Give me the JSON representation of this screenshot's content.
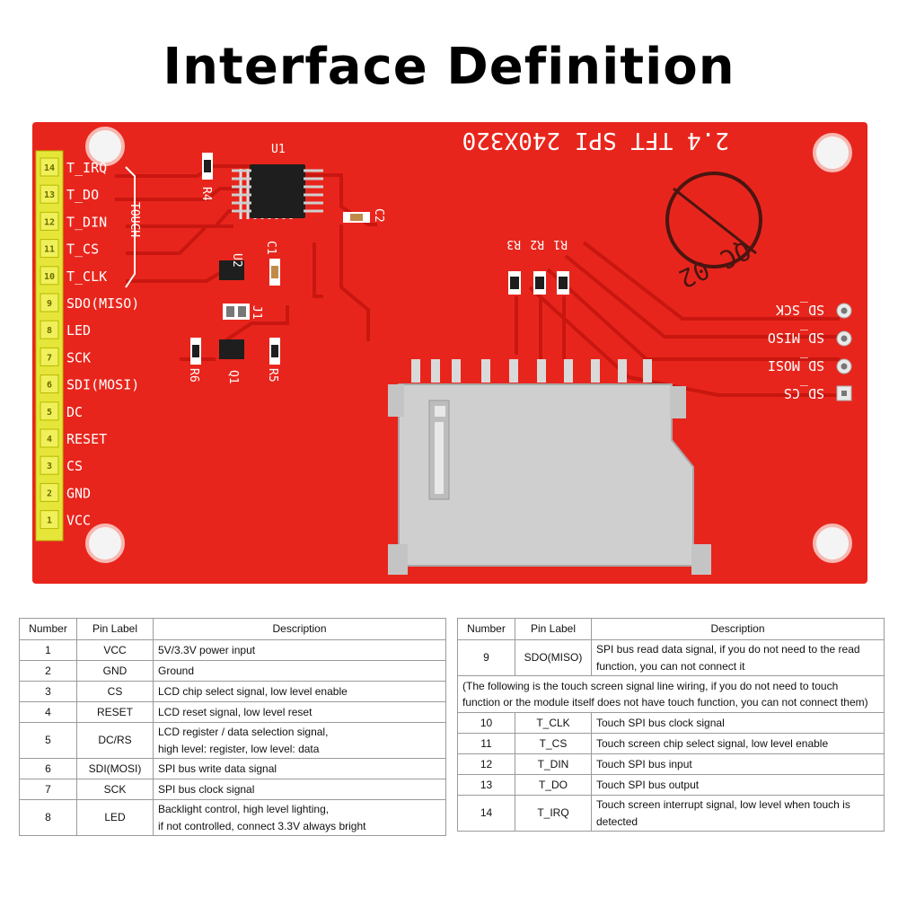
{
  "title": "Interface Definition",
  "board": {
    "model_text": "2.4 TFT SPI 240X320",
    "qc_stamp": "QC 02",
    "touch_label": "TOUCH",
    "components": [
      "U1",
      "U2",
      "R4",
      "C1",
      "C2",
      "J1",
      "R6",
      "Q1",
      "R5",
      "R3",
      "R2",
      "R1"
    ],
    "left_pins": [
      {
        "num": "14",
        "label": "T_IRQ"
      },
      {
        "num": "13",
        "label": "T_DO"
      },
      {
        "num": "12",
        "label": "T_DIN"
      },
      {
        "num": "11",
        "label": "T_CS"
      },
      {
        "num": "10",
        "label": "T_CLK"
      },
      {
        "num": "9",
        "label": "SDO(MISO)"
      },
      {
        "num": "8",
        "label": "LED"
      },
      {
        "num": "7",
        "label": "SCK"
      },
      {
        "num": "6",
        "label": "SDI(MOSI)"
      },
      {
        "num": "5",
        "label": "DC"
      },
      {
        "num": "4",
        "label": "RESET"
      },
      {
        "num": "3",
        "label": "CS"
      },
      {
        "num": "2",
        "label": "GND"
      },
      {
        "num": "1",
        "label": "VCC"
      }
    ],
    "sd_pins": [
      "SD_SCK",
      "SD_MISO",
      "SD_MOSI",
      "SD_CS"
    ],
    "colors": {
      "pcb": "#e8251c",
      "pcb_dark": "#c81710",
      "header": "#e6e63a",
      "sd_metal": "#cfcfcf"
    }
  },
  "table_left": {
    "headers": [
      "Number",
      "Pin Label",
      "Description"
    ],
    "rows": [
      {
        "num": "1",
        "label": "VCC",
        "desc": [
          "5V/3.3V power input"
        ]
      },
      {
        "num": "2",
        "label": "GND",
        "desc": [
          "Ground"
        ]
      },
      {
        "num": "3",
        "label": "CS",
        "desc": [
          "LCD chip select signal, low level enable"
        ]
      },
      {
        "num": "4",
        "label": "RESET",
        "desc": [
          "LCD reset signal, low level reset"
        ]
      },
      {
        "num": "5",
        "label": "DC/RS",
        "desc": [
          "LCD register / data selection signal,",
          "high level: register, low level: data"
        ]
      },
      {
        "num": "6",
        "label": "SDI(MOSI)",
        "desc": [
          "SPI bus write data signal"
        ]
      },
      {
        "num": "7",
        "label": "SCK",
        "desc": [
          "SPI bus clock signal"
        ]
      },
      {
        "num": "8",
        "label": "LED",
        "desc": [
          "Backlight control, high level lighting,",
          "if not controlled, connect 3.3V always bright"
        ]
      }
    ]
  },
  "table_right": {
    "headers": [
      "Number",
      "Pin Label",
      "Description"
    ],
    "row9": {
      "num": "9",
      "label": "SDO(MISO)",
      "desc": [
        "SPI bus read data signal, if you do not need to the read",
        "function, you can not connect it"
      ]
    },
    "note": [
      "(The following is the touch screen signal line wiring, if you do not need to touch",
      "function or the module itself does not have touch function, you can not connect them)"
    ],
    "rows": [
      {
        "num": "10",
        "label": "T_CLK",
        "desc": [
          "Touch SPI bus clock signal"
        ]
      },
      {
        "num": "11",
        "label": "T_CS",
        "desc": [
          "Touch screen chip select signal, low level enable"
        ]
      },
      {
        "num": "12",
        "label": "T_DIN",
        "desc": [
          "Touch SPI bus input"
        ]
      },
      {
        "num": "13",
        "label": "T_DO",
        "desc": [
          "Touch SPI bus output"
        ]
      },
      {
        "num": "14",
        "label": "T_IRQ",
        "desc": [
          "Touch screen interrupt signal, low level when touch is",
          "detected"
        ]
      }
    ]
  }
}
